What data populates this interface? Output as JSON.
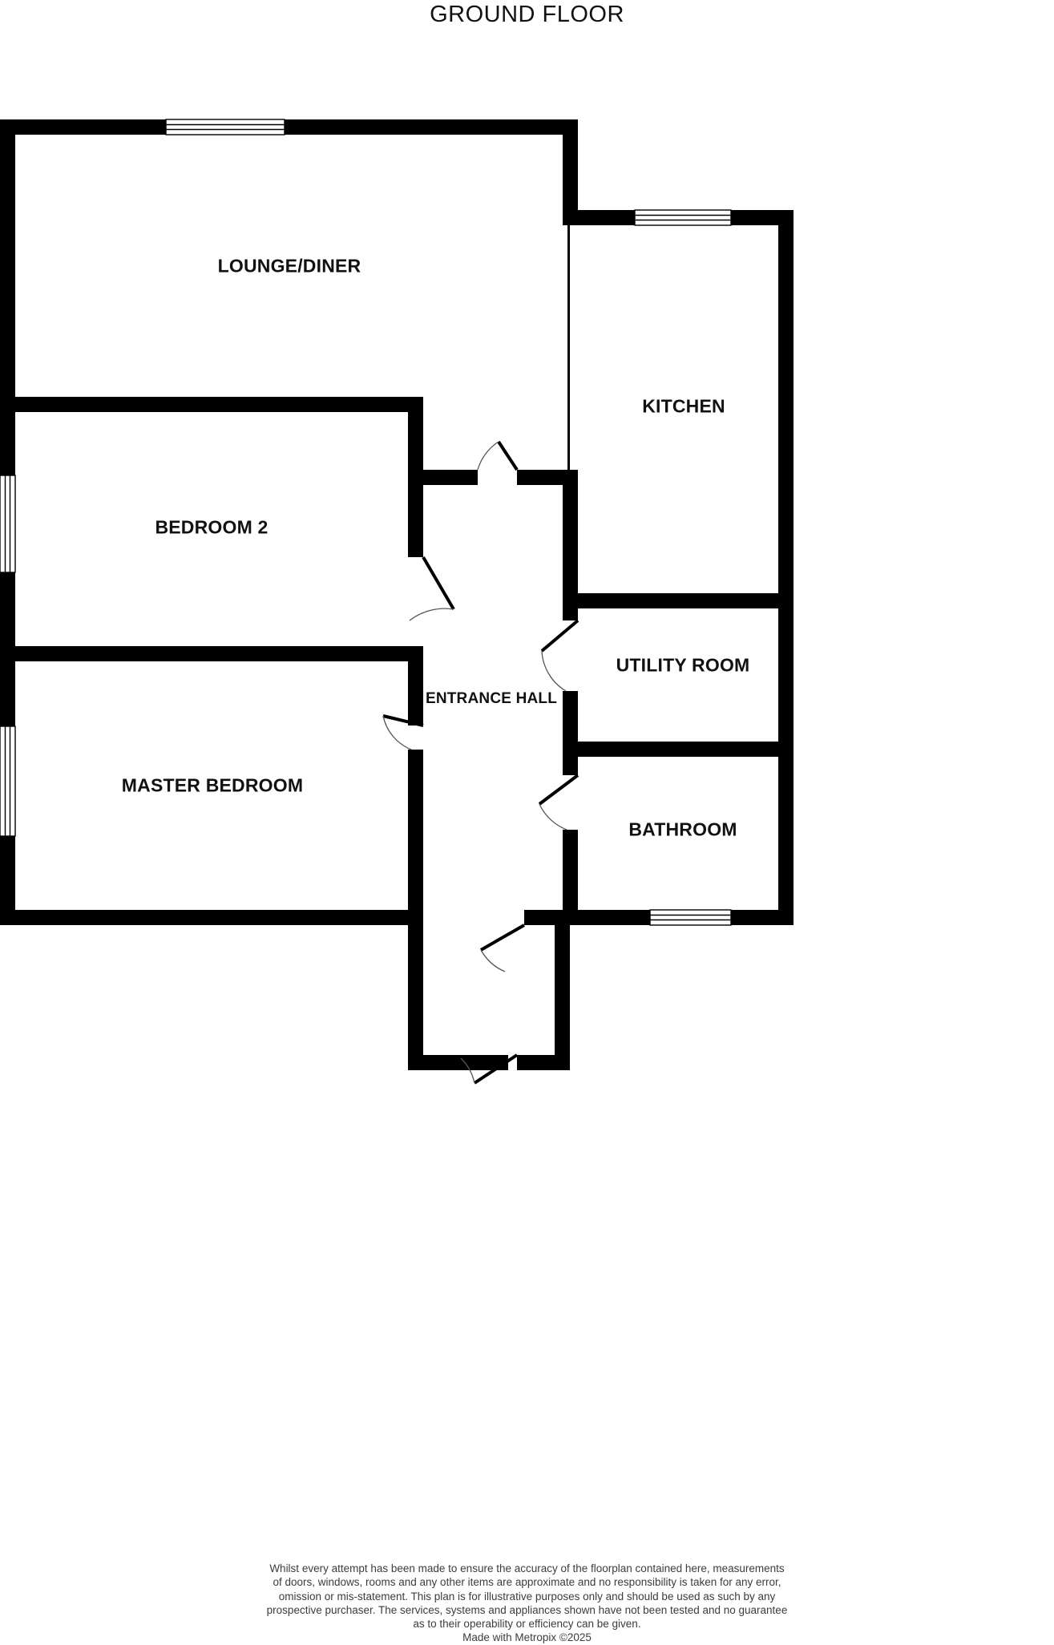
{
  "title": "GROUND FLOOR",
  "rooms": [
    {
      "name": "LOUNGE/DINER",
      "label": "LOUNGE/DINER"
    },
    {
      "name": "KITCHEN",
      "label": "KITCHEN"
    },
    {
      "name": "BEDROOM 2",
      "label": "BEDROOM 2"
    },
    {
      "name": "UTILITY ROOM",
      "label": "UTILITY ROOM"
    },
    {
      "name": "ENTRANCE HALL",
      "label": "ENTRANCE HALL"
    },
    {
      "name": "MASTER BEDROOM",
      "label": "MASTER BEDROOM"
    },
    {
      "name": "BATHROOM",
      "label": "BATHROOM"
    }
  ],
  "footer": {
    "line1": "Whilst every attempt has been made to ensure the accuracy of the floorplan contained here, measurements",
    "line2": "of doors, windows, rooms and any other items are approximate and no responsibility is taken for any error,",
    "line3": "omission or mis-statement. This plan is for illustrative purposes only and should be used as such by any",
    "line4": "prospective purchaser. The services, systems and appliances shown have not been tested and no guarantee",
    "line5": "as to their operability or efficiency can be given.",
    "credit": "Made with Metropix ©2025"
  },
  "colors": {
    "wall": "#000000",
    "background": "#ffffff",
    "text": "#111111",
    "footer_text": "#3c3c3c",
    "door_arc": "#555555"
  }
}
